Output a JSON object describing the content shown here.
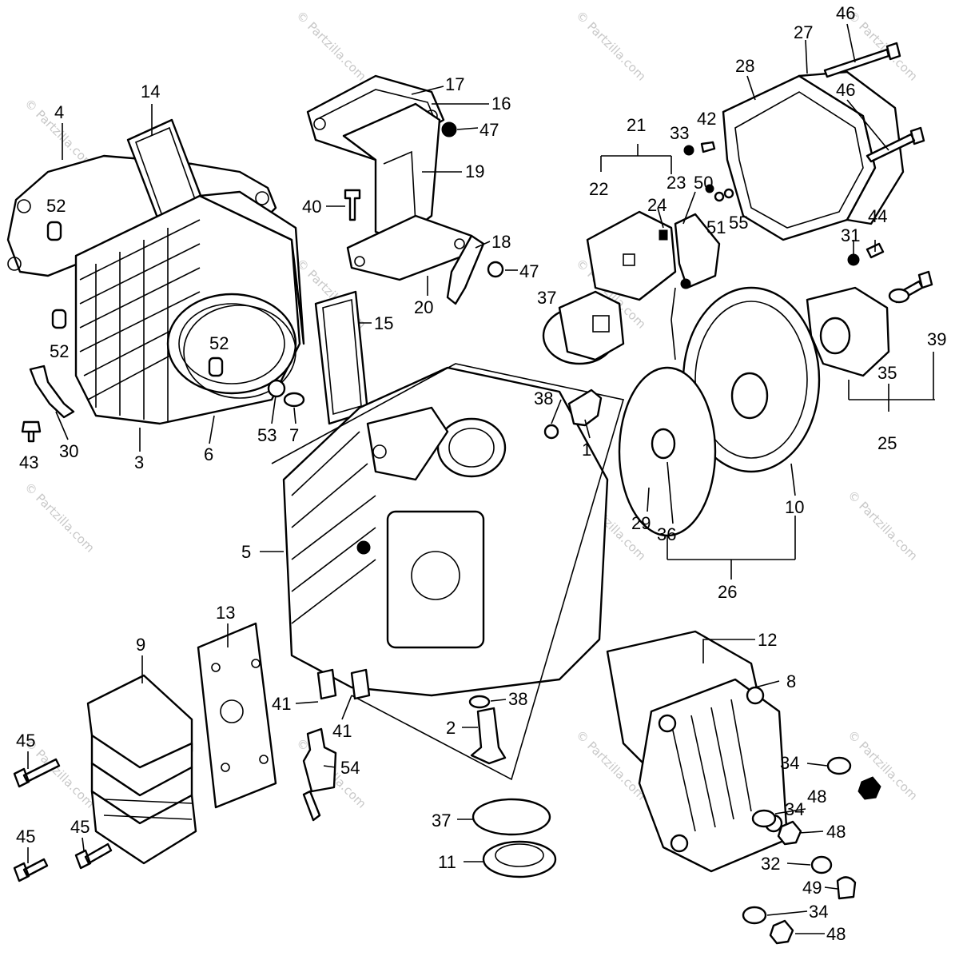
{
  "diagram": {
    "watermark_text": "© Partzilla.com",
    "callouts": [
      {
        "id": "c46a",
        "label": "46"
      },
      {
        "id": "c27",
        "label": "27"
      },
      {
        "id": "c28",
        "label": "28"
      },
      {
        "id": "c46b",
        "label": "46"
      },
      {
        "id": "c17",
        "label": "17"
      },
      {
        "id": "c16",
        "label": "16"
      },
      {
        "id": "c47a",
        "label": "47"
      },
      {
        "id": "c19",
        "label": "19"
      },
      {
        "id": "c40",
        "label": "40"
      },
      {
        "id": "c18",
        "label": "18"
      },
      {
        "id": "c47b",
        "label": "47"
      },
      {
        "id": "c20",
        "label": "20"
      },
      {
        "id": "c14",
        "label": "14"
      },
      {
        "id": "c4",
        "label": "4"
      },
      {
        "id": "c52a",
        "label": "52"
      },
      {
        "id": "c52b",
        "label": "52"
      },
      {
        "id": "c52c",
        "label": "52"
      },
      {
        "id": "c15",
        "label": "15"
      },
      {
        "id": "c30",
        "label": "30"
      },
      {
        "id": "c43",
        "label": "43"
      },
      {
        "id": "c3",
        "label": "3"
      },
      {
        "id": "c6",
        "label": "6"
      },
      {
        "id": "c53",
        "label": "53"
      },
      {
        "id": "c7",
        "label": "7"
      },
      {
        "id": "c21",
        "label": "21"
      },
      {
        "id": "c22",
        "label": "22"
      },
      {
        "id": "c23",
        "label": "23"
      },
      {
        "id": "c24",
        "label": "24"
      },
      {
        "id": "c33",
        "label": "33"
      },
      {
        "id": "c42",
        "label": "42"
      },
      {
        "id": "c50",
        "label": "50"
      },
      {
        "id": "c51",
        "label": "51"
      },
      {
        "id": "c55",
        "label": "55"
      },
      {
        "id": "c31",
        "label": "31"
      },
      {
        "id": "c44",
        "label": "44"
      },
      {
        "id": "c37a",
        "label": "37"
      },
      {
        "id": "c39",
        "label": "39"
      },
      {
        "id": "c35",
        "label": "35"
      },
      {
        "id": "c25",
        "label": "25"
      },
      {
        "id": "c38a",
        "label": "38"
      },
      {
        "id": "c1",
        "label": "1"
      },
      {
        "id": "c29",
        "label": "29"
      },
      {
        "id": "c36",
        "label": "36"
      },
      {
        "id": "c10",
        "label": "10"
      },
      {
        "id": "c26",
        "label": "26"
      },
      {
        "id": "c5",
        "label": "5"
      },
      {
        "id": "c13",
        "label": "13"
      },
      {
        "id": "c9",
        "label": "9"
      },
      {
        "id": "c12",
        "label": "12"
      },
      {
        "id": "c8",
        "label": "8"
      },
      {
        "id": "c41a",
        "label": "41"
      },
      {
        "id": "c41b",
        "label": "41"
      },
      {
        "id": "c38b",
        "label": "38"
      },
      {
        "id": "c2",
        "label": "2"
      },
      {
        "id": "c54",
        "label": "54"
      },
      {
        "id": "c45a",
        "label": "45"
      },
      {
        "id": "c45b",
        "label": "45"
      },
      {
        "id": "c45c",
        "label": "45"
      },
      {
        "id": "c37b",
        "label": "37"
      },
      {
        "id": "c11",
        "label": "11"
      },
      {
        "id": "c34a",
        "label": "34"
      },
      {
        "id": "c48a",
        "label": "48"
      },
      {
        "id": "c34b",
        "label": "34"
      },
      {
        "id": "c48b",
        "label": "48"
      },
      {
        "id": "c32",
        "label": "32"
      },
      {
        "id": "c49",
        "label": "49"
      },
      {
        "id": "c34c",
        "label": "34"
      },
      {
        "id": "c48c",
        "label": "48"
      }
    ]
  }
}
